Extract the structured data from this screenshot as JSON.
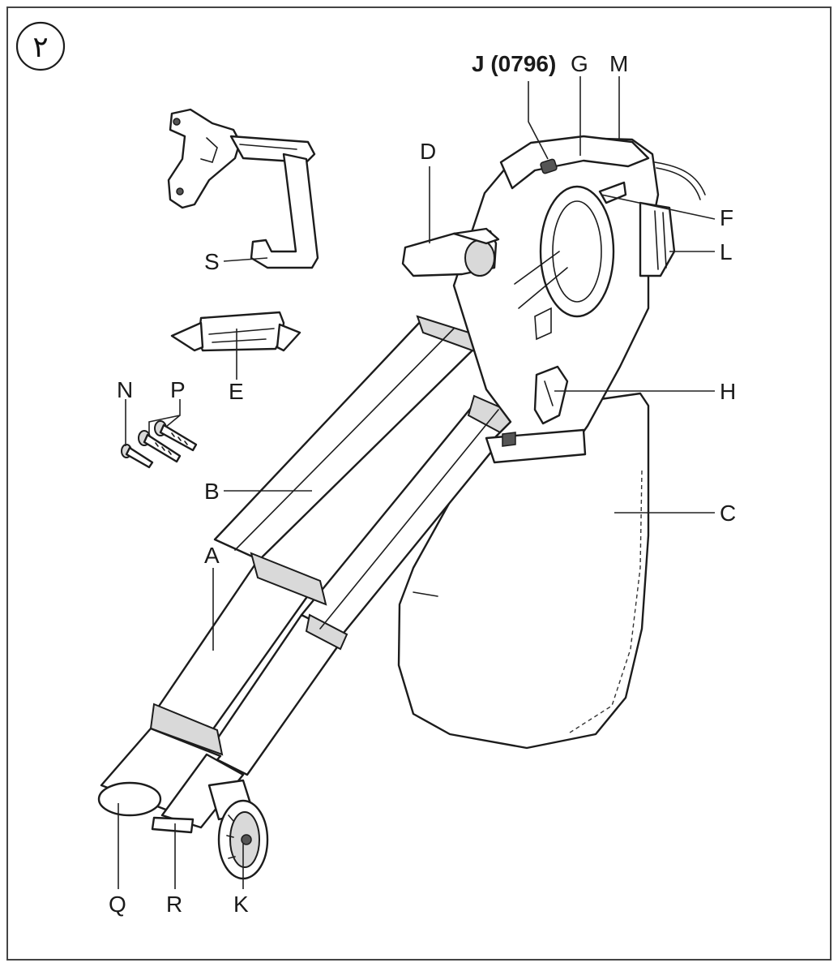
{
  "figure": {
    "number": "٢",
    "labels": {
      "J": "J (0796)",
      "G": "G",
      "M": "M",
      "D": "D",
      "F": "F",
      "L": "L",
      "S": "S",
      "E": "E",
      "N": "N",
      "P": "P",
      "H": "H",
      "B": "B",
      "C": "C",
      "A": "A",
      "Q": "Q",
      "R": "R",
      "K": "K"
    }
  },
  "colors": {
    "line": "#1c1c1c",
    "shade": "#d9d9d9",
    "frame": "#444444"
  }
}
